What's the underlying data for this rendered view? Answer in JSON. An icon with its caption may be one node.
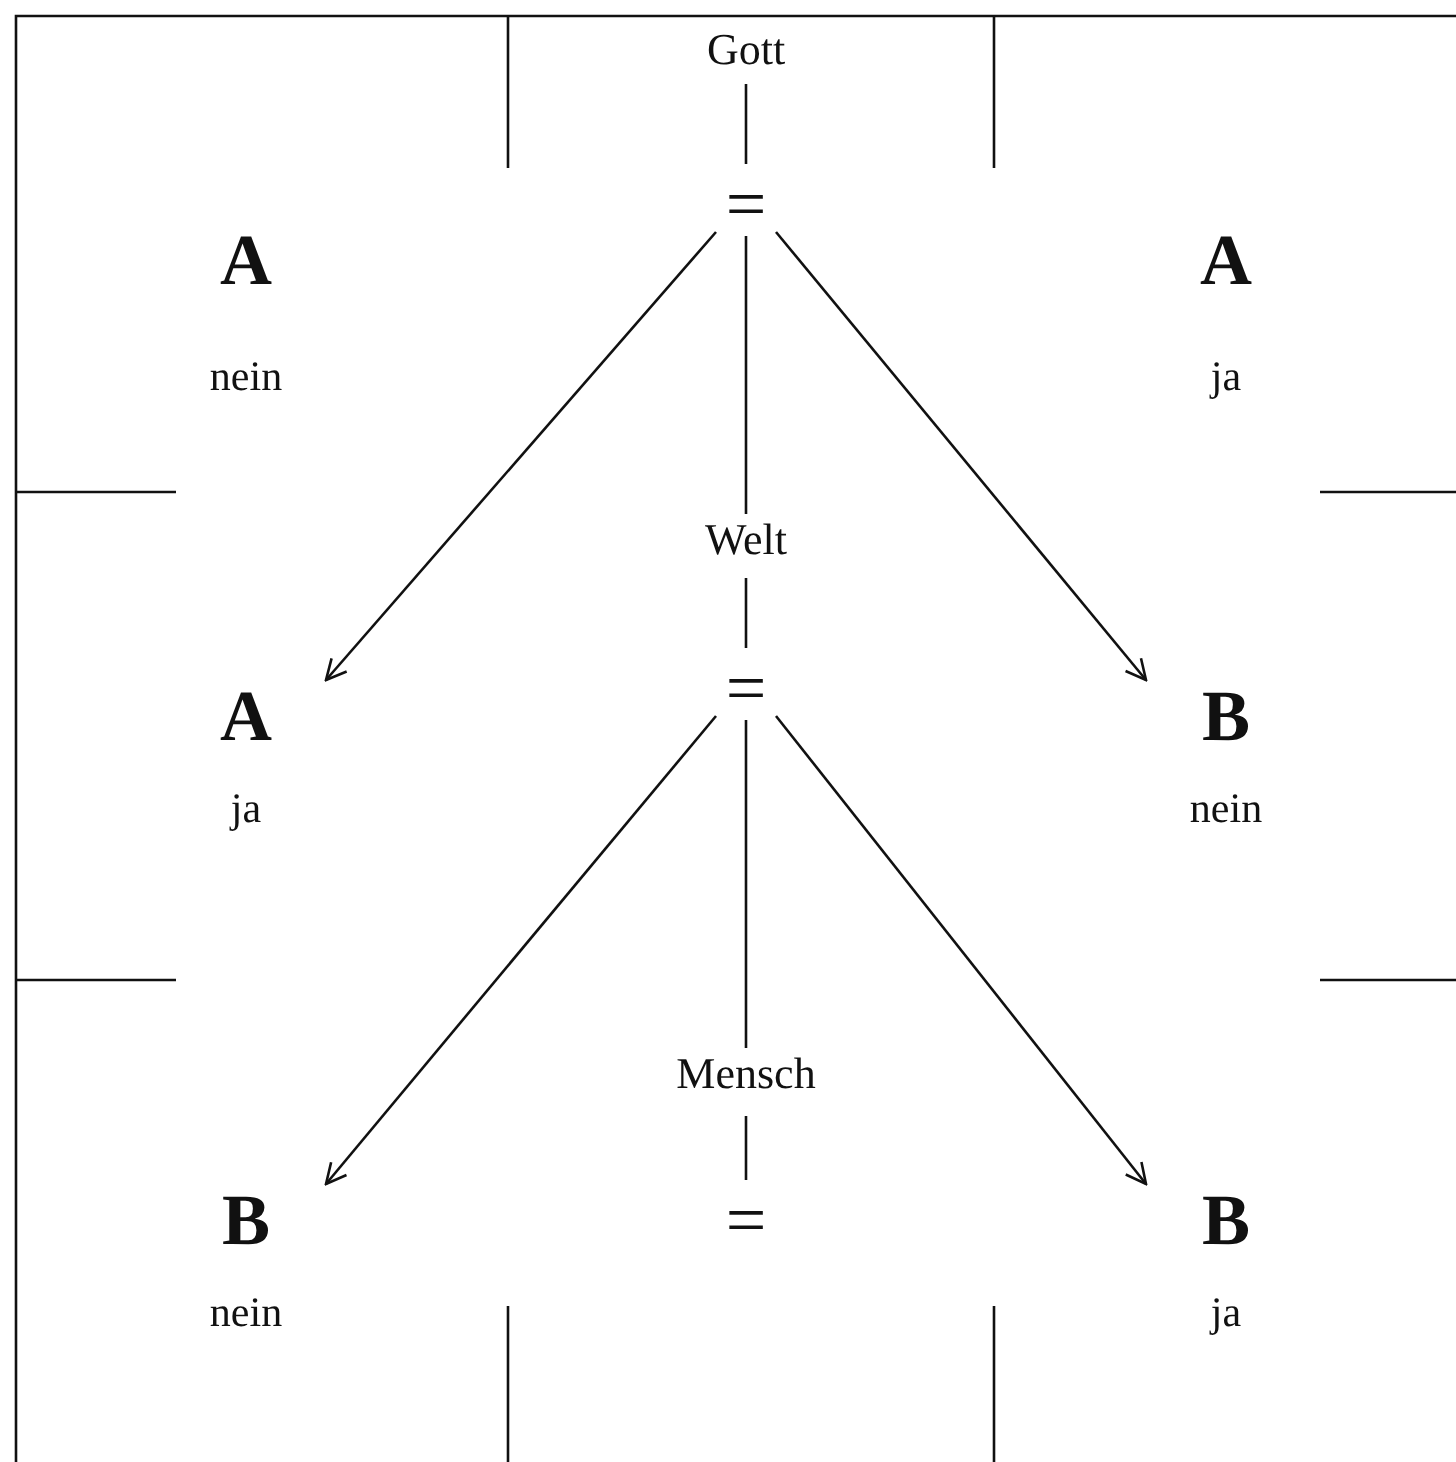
{
  "diagram": {
    "nodes": [
      {
        "text": [
          "Gott"
        ]
      },
      {
        "text": [
          "="
        ]
      },
      {
        "text": [
          "Welt"
        ]
      },
      {
        "text": [
          "A",
          "ja"
        ]
      },
      {
        "text": [
          "="
        ]
      },
      {
        "text": [
          "B",
          "nein"
        ]
      },
      {
        "text": [
          "Mensch"
        ]
      },
      {
        "text": [
          "B",
          "nein"
        ]
      },
      {
        "text": [
          "="
        ]
      },
      {
        "text": [
          "B",
          "ja"
        ]
      }
    ],
    "edges": [
      {
        "from": 0,
        "to": 1,
        "arrow": "none"
      },
      {
        "from": 1,
        "to": 2,
        "arrow": "none"
      },
      {
        "from": 1,
        "to": 3,
        "arrow": "to"
      },
      {
        "from": 1,
        "to": 5,
        "arrow": "to"
      },
      {
        "from": 2,
        "to": 4,
        "arrow": "none"
      },
      {
        "from": 4,
        "to": 6,
        "arrow": "none"
      },
      {
        "from": 4,
        "to": 7,
        "arrow": "to"
      },
      {
        "from": 4,
        "to": 9,
        "arrow": "to"
      },
      {
        "from": 6,
        "to": 8,
        "arrow": "none"
      }
    ],
    "labels": [
      "A",
      "A",
      "nein",
      "ja"
    ]
  }
}
